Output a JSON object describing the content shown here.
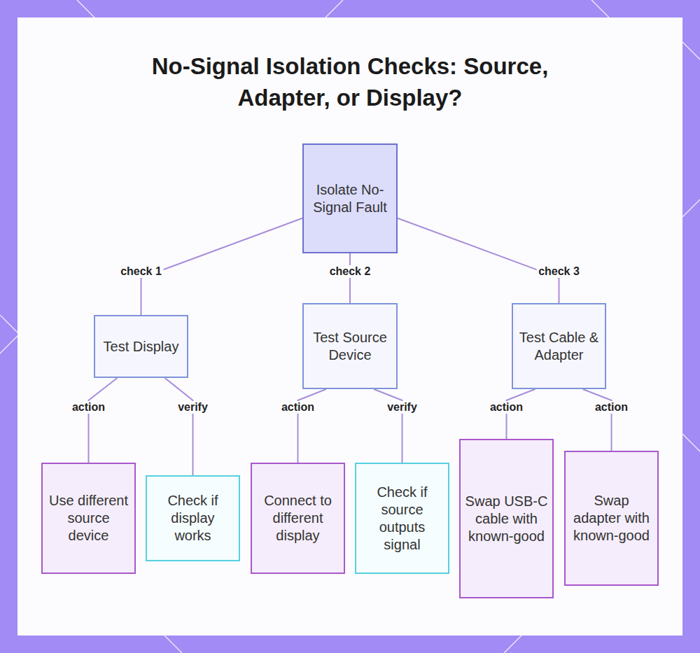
{
  "diagram": {
    "title": "No-Signal Isolation Checks: Source, Adapter, or Display?",
    "nodes": [
      {
        "text": [
          "Isolate No-Signal Fault"
        ]
      },
      {
        "text": [
          "Test Display"
        ]
      },
      {
        "text": [
          "Test Source Device"
        ]
      },
      {
        "text": [
          "Test Cable & Adapter"
        ]
      },
      {
        "text": [
          "Use different source device"
        ]
      },
      {
        "text": [
          "Check if display works"
        ]
      },
      {
        "text": [
          "Connect to different display"
        ]
      },
      {
        "text": [
          "Check if source outputs signal"
        ]
      },
      {
        "text": [
          "Swap USB-C cable with known-good"
        ]
      },
      {
        "text": [
          "Swap adapter with known-good"
        ]
      }
    ],
    "edges": [
      {
        "from": 0,
        "to": 1,
        "arrow": "none",
        "label": "check 1"
      },
      {
        "from": 0,
        "to": 2,
        "arrow": "none",
        "label": "check 2"
      },
      {
        "from": 0,
        "to": 3,
        "arrow": "none",
        "label": "check 3"
      },
      {
        "from": 1,
        "to": 4,
        "arrow": "none",
        "label": "action"
      },
      {
        "from": 1,
        "to": 5,
        "arrow": "none",
        "label": "verify"
      },
      {
        "from": 2,
        "to": 6,
        "arrow": "none",
        "label": "action"
      },
      {
        "from": 2,
        "to": 7,
        "arrow": "none",
        "label": "verify"
      },
      {
        "from": 3,
        "to": 8,
        "arrow": "none",
        "label": "action"
      },
      {
        "from": 3,
        "to": 9,
        "arrow": "none",
        "label": "action"
      }
    ]
  }
}
